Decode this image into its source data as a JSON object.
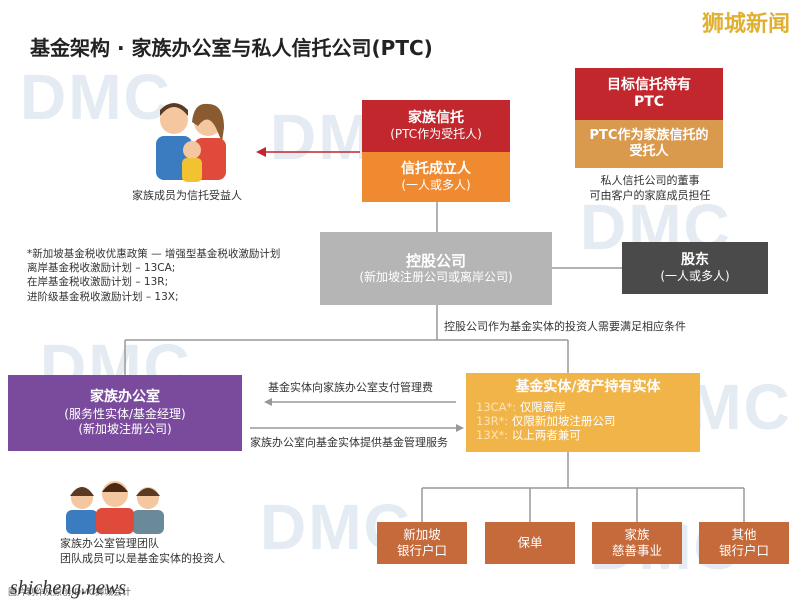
{
  "title": "基金架构 · 家族办公室与私人信托公司(PTC)",
  "brand": "狮城新闻",
  "watermark": "DMC",
  "family_trust": {
    "title": "家族信托",
    "sub": "(PTC作为受托人)"
  },
  "settlor": {
    "title": "信托成立人",
    "sub": "(一人或多人)"
  },
  "ptc_target": {
    "title": "目标信托持有PTC"
  },
  "ptc_trustee": {
    "title": "PTC作为家族信托的受托人"
  },
  "ptc_caption": [
    "私人信托公司的董事",
    "可由客户的家庭成员担任"
  ],
  "beneficiary_caption": "家族成员为信托受益人",
  "holding": {
    "title": "控股公司",
    "sub": "(新加坡注册公司或离岸公司)"
  },
  "shareholder": {
    "title": "股东",
    "sub": "(一人或多人)"
  },
  "tax_notes": [
    "*新加坡基金税收优惠政策 — 增强型基金税收激励计划",
    "离岸基金税收激励计划 – 13CA;",
    "在岸基金税收激励计划 – 13R;",
    "进阶级基金税收激励计划 – 13X;"
  ],
  "holding_condition": "控股公司作为基金实体的投资人需要满足相应条件",
  "family_office": {
    "title": "家族办公室",
    "sub1": "(服务性实体/基金经理)",
    "sub2": "(新加坡注册公司)"
  },
  "arrow_fee": "基金实体向家族办公室支付管理费",
  "arrow_service": "家族办公室向基金实体提供基金管理服务",
  "fund_entity": {
    "title": "基金实体/资产持有实体",
    "items": [
      {
        "code": "13CA*:",
        "text": "仅限离岸"
      },
      {
        "code": "13R*:",
        "text": "仅限新加坡注册公司"
      },
      {
        "code": "13X*:",
        "text": "以上两者兼可"
      }
    ]
  },
  "team_caption": [
    "家族办公室管理团队",
    "团队成员可以是基金实体的投资人"
  ],
  "accounts": [
    {
      "line1": "新加坡",
      "line2": "银行户口"
    },
    {
      "line1": "保单",
      "line2": ""
    },
    {
      "line1": "家族",
      "line2": "慈善事业"
    },
    {
      "line1": "其他",
      "line2": "银行户口"
    }
  ],
  "footer": "shicheng.news",
  "footer_small": "图片制作及原创:DMC狮城会计",
  "colors": {
    "trust_red": "#c1272d",
    "settlor_orange": "#f08a30",
    "ptc_gold": "#d99a4e",
    "holding_gray": "#b5b5b5",
    "shareholder_dark": "#4a4a4a",
    "office_purple": "#7a4b9c",
    "fund_gold": "#f0b449",
    "account_rust": "#c46a3b"
  }
}
